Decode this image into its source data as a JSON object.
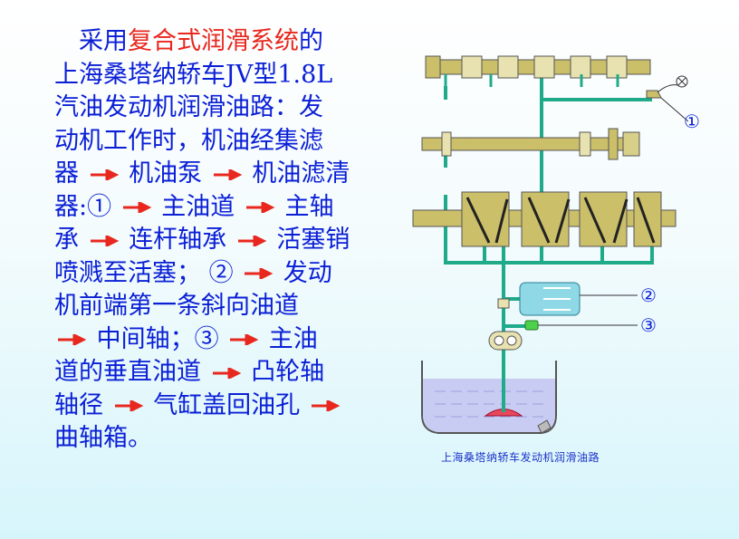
{
  "text": {
    "intro": "采用",
    "highlight": "复合式润滑系统",
    "rest_line1": "的",
    "line2": "上海桑塔纳轿车JV型1.8L",
    "line3": "汽油发动机润滑油路：发",
    "line4": "动机工作时，机油经集滤",
    "line5a": "器",
    "line5b": "机油泵",
    "line5c": "机油滤清",
    "line6a": "器:①",
    "line6b": "主油道",
    "line6c": "主轴",
    "line7a": "承",
    "line7b": "连杆轴承",
    "line7c": "活塞销",
    "line8": "喷溅至活塞；  ②",
    "line8b": "发动",
    "line9": "机前端第一条斜向油道",
    "line10a": "中间轴；③",
    "line10b": "主油",
    "line11a": "道的垂直油道",
    "line11b": "凸轮轴",
    "line12a": "轴径",
    "line12b": "气缸盖回油孔",
    "line13": "曲轴箱。"
  },
  "diagram": {
    "caption": "上海桑塔纳轿车发动机润滑油路",
    "callout_1": "①",
    "callout_2": "②",
    "callout_3": "③"
  },
  "colors": {
    "text": "#0a1fd6",
    "highlight": "#e8281e",
    "arrow": "#e8281e",
    "oil_line": "#1faa8a",
    "shaft": "#cbbf6a",
    "sump_oil": "#c9ccf2"
  }
}
